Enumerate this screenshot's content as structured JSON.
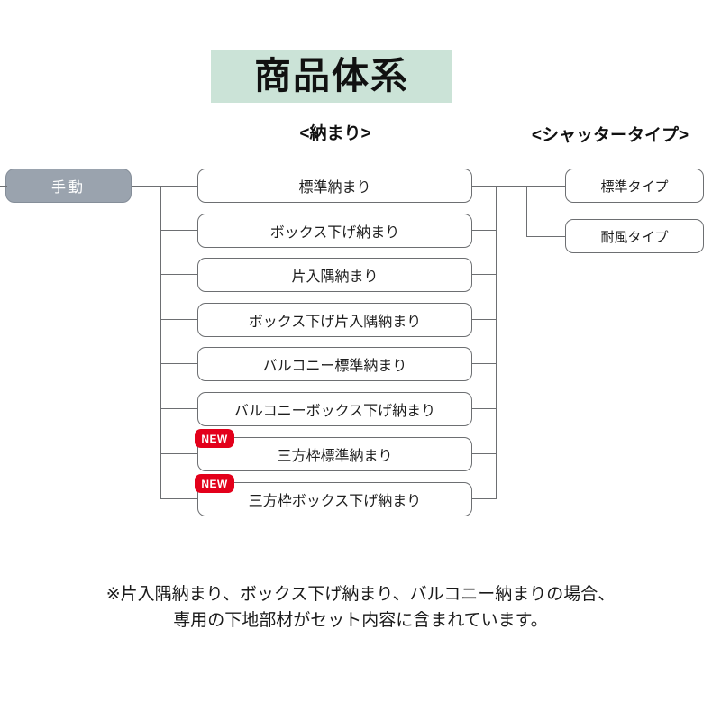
{
  "title": {
    "text": "商品体系",
    "background_color": "#cbe3d7"
  },
  "headings": {
    "osamari": "<納まり>",
    "shutter": "<シャッタータイプ>"
  },
  "root": {
    "label": "手動",
    "background_color": "#9aa3ae",
    "text_color": "#ffffff"
  },
  "badge": {
    "label": "NEW",
    "color": "#e3001b"
  },
  "osamari_items": [
    {
      "label": "標準納まり",
      "new": false
    },
    {
      "label": "ボックス下げ納まり",
      "new": false
    },
    {
      "label": "片入隅納まり",
      "new": false
    },
    {
      "label": "ボックス下げ片入隅納まり",
      "new": false
    },
    {
      "label": "バルコニー標準納まり",
      "new": false
    },
    {
      "label": "バルコニーボックス下げ納まり",
      "new": false
    },
    {
      "label": "三方枠標準納まり",
      "new": true
    },
    {
      "label": "三方枠ボックス下げ納まり",
      "new": true
    }
  ],
  "shutter_items": [
    {
      "label": "標準タイプ"
    },
    {
      "label": "耐風タイプ"
    }
  ],
  "footnote": {
    "line1": "※片入隅納まり、ボックス下げ納まり、バルコニー納まりの場合、",
    "line2": "専用の下地部材がセット内容に含まれています。"
  }
}
